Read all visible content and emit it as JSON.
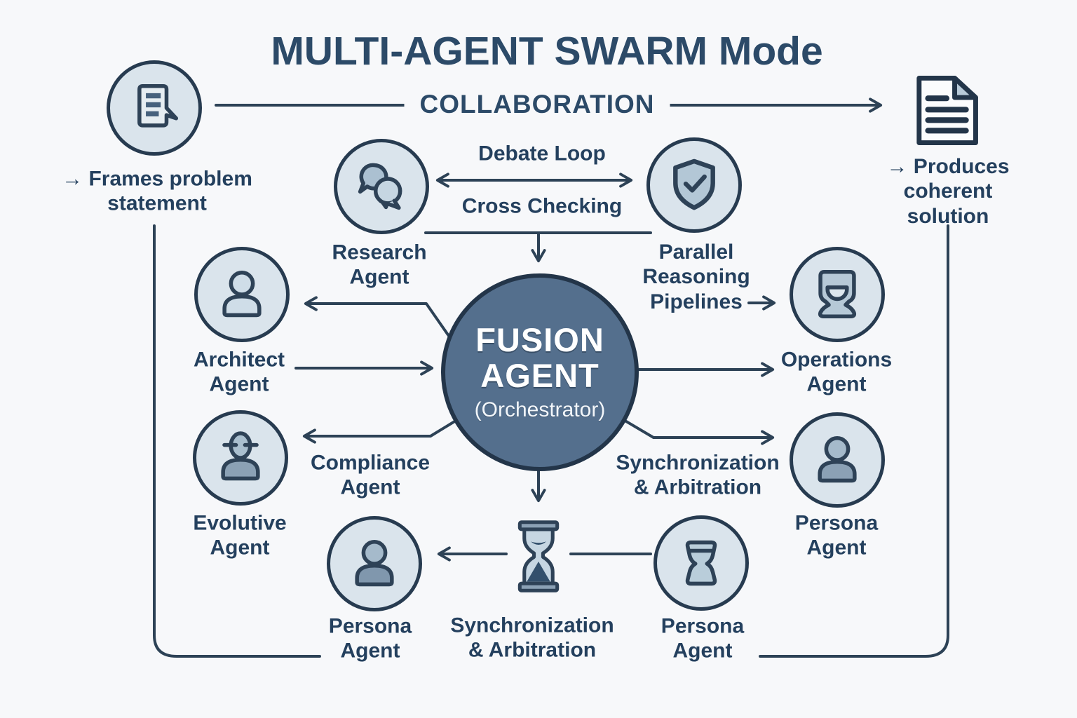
{
  "header": {
    "title": "MULTI-AGENT SWARM Mode",
    "subtitle": "COLLABORATION"
  },
  "endpoints": {
    "input": {
      "label": "→ Frames problem\nstatement",
      "icon": "note-message-icon"
    },
    "output": {
      "label": "→ Produces\ncoherent solution",
      "icon": "document-icon"
    }
  },
  "center": {
    "title": "FUSION\nAGENT",
    "subtitle": "(Orchestrator)"
  },
  "agents": {
    "research": {
      "label": "Research\nAgent",
      "icon": "chat-bubbles-icon"
    },
    "parallel": {
      "label": "Parallel\nReasoning\nPipelines",
      "icon": "shield-check-icon"
    },
    "architect": {
      "label": "Architect\nAgent",
      "icon": "person-icon"
    },
    "operations": {
      "label": "Operations\nAgent",
      "icon": "monitor-figure-icon"
    },
    "evolutive": {
      "label": "Evolutive\nAgent",
      "icon": "person-glasses-icon"
    },
    "compliance": {
      "label": "Compliance\nAgent",
      "icon": ""
    },
    "persona_right": {
      "label": "Persona\nAgent",
      "icon": "person-icon"
    },
    "persona_bottom_left": {
      "label": "Persona\nAgent",
      "icon": "person-icon"
    },
    "persona_bottom_right": {
      "label": "Persona\nAgent",
      "icon": "hourglass-vessel-icon"
    }
  },
  "edge_labels": {
    "debate_loop": "Debate Loop",
    "cross_checking": "Cross Checking",
    "sync_right": "Synchronization\n& Arbitration",
    "sync_bottom": "Synchronization\n& Arbitration"
  },
  "colors": {
    "background": "#f7f8fa",
    "line_navy": "#2d4256",
    "text_navy": "#24405e",
    "circle_fill": "#dae4ec",
    "icon_mid_fill": "#b6c9d7",
    "icon_light_fill": "#cfdde8",
    "persona_dark_fill": "#8ba1b5",
    "fusion_fill": "#546f8d",
    "fusion_border": "#233549"
  }
}
